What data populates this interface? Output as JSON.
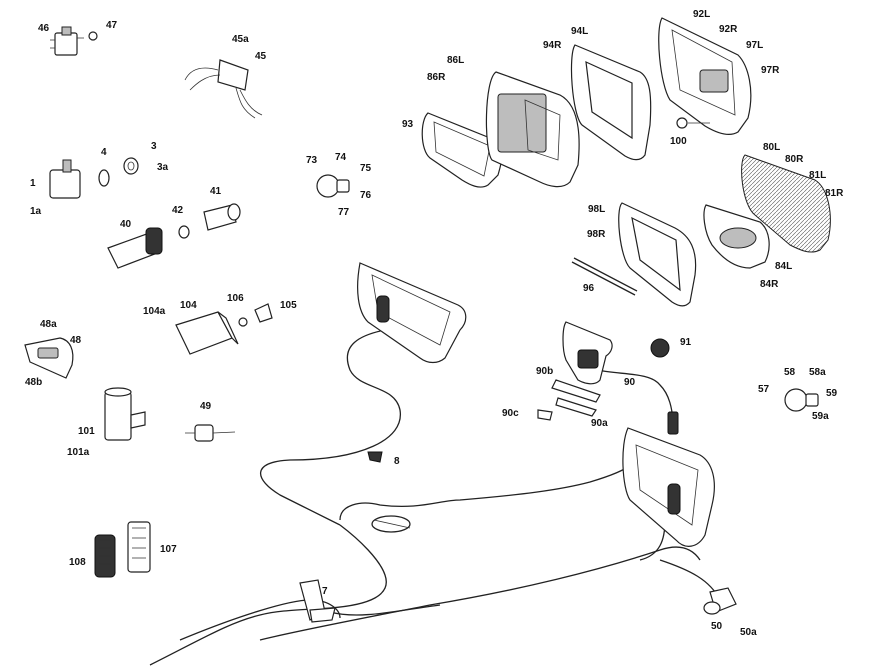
{
  "parts": [
    {
      "id": "p46",
      "text": "46"
    },
    {
      "id": "p47",
      "text": "47"
    },
    {
      "id": "p45a",
      "text": "45a"
    },
    {
      "id": "p45",
      "text": "45"
    },
    {
      "id": "p1",
      "text": "1"
    },
    {
      "id": "p1a",
      "text": "1a"
    },
    {
      "id": "p4",
      "text": "4"
    },
    {
      "id": "p3",
      "text": "3"
    },
    {
      "id": "p3a",
      "text": "3a"
    },
    {
      "id": "p41",
      "text": "41"
    },
    {
      "id": "p40",
      "text": "40"
    },
    {
      "id": "p42",
      "text": "42"
    },
    {
      "id": "p73",
      "text": "73"
    },
    {
      "id": "p74",
      "text": "74"
    },
    {
      "id": "p75",
      "text": "75"
    },
    {
      "id": "p76",
      "text": "76"
    },
    {
      "id": "p77",
      "text": "77"
    },
    {
      "id": "p86L",
      "text": "86L"
    },
    {
      "id": "p86R",
      "text": "86R"
    },
    {
      "id": "p93",
      "text": "93"
    },
    {
      "id": "p94L",
      "text": "94L"
    },
    {
      "id": "p94R",
      "text": "94R"
    },
    {
      "id": "p92L",
      "text": "92L"
    },
    {
      "id": "p92R",
      "text": "92R"
    },
    {
      "id": "p97L",
      "text": "97L"
    },
    {
      "id": "p97R",
      "text": "97R"
    },
    {
      "id": "p100",
      "text": "100"
    },
    {
      "id": "p80L",
      "text": "80L"
    },
    {
      "id": "p80R",
      "text": "80R"
    },
    {
      "id": "p81L",
      "text": "81L"
    },
    {
      "id": "p81R",
      "text": "81R"
    },
    {
      "id": "p98L",
      "text": "98L"
    },
    {
      "id": "p98R",
      "text": "98R"
    },
    {
      "id": "p96",
      "text": "96"
    },
    {
      "id": "p84L",
      "text": "84L"
    },
    {
      "id": "p84R",
      "text": "84R"
    },
    {
      "id": "p104a",
      "text": "104a"
    },
    {
      "id": "p104",
      "text": "104"
    },
    {
      "id": "p106",
      "text": "106"
    },
    {
      "id": "p105",
      "text": "105"
    },
    {
      "id": "p48a",
      "text": "48a"
    },
    {
      "id": "p48",
      "text": "48"
    },
    {
      "id": "p48b",
      "text": "48b"
    },
    {
      "id": "p91",
      "text": "91"
    },
    {
      "id": "p90b",
      "text": "90b"
    },
    {
      "id": "p90",
      "text": "90"
    },
    {
      "id": "p90c",
      "text": "90c"
    },
    {
      "id": "p90a",
      "text": "90a"
    },
    {
      "id": "p58",
      "text": "58"
    },
    {
      "id": "p58a",
      "text": "58a"
    },
    {
      "id": "p57",
      "text": "57"
    },
    {
      "id": "p59",
      "text": "59"
    },
    {
      "id": "p59a",
      "text": "59a"
    },
    {
      "id": "p101",
      "text": "101"
    },
    {
      "id": "p101a",
      "text": "101a"
    },
    {
      "id": "p49",
      "text": "49"
    },
    {
      "id": "p8",
      "text": "8"
    },
    {
      "id": "p108",
      "text": "108"
    },
    {
      "id": "p107",
      "text": "107"
    },
    {
      "id": "p7",
      "text": "7"
    },
    {
      "id": "p50",
      "text": "50"
    },
    {
      "id": "p50a",
      "text": "50a"
    }
  ],
  "colors": {
    "line": "#222222",
    "background": "#ffffff",
    "label": "#111111"
  }
}
